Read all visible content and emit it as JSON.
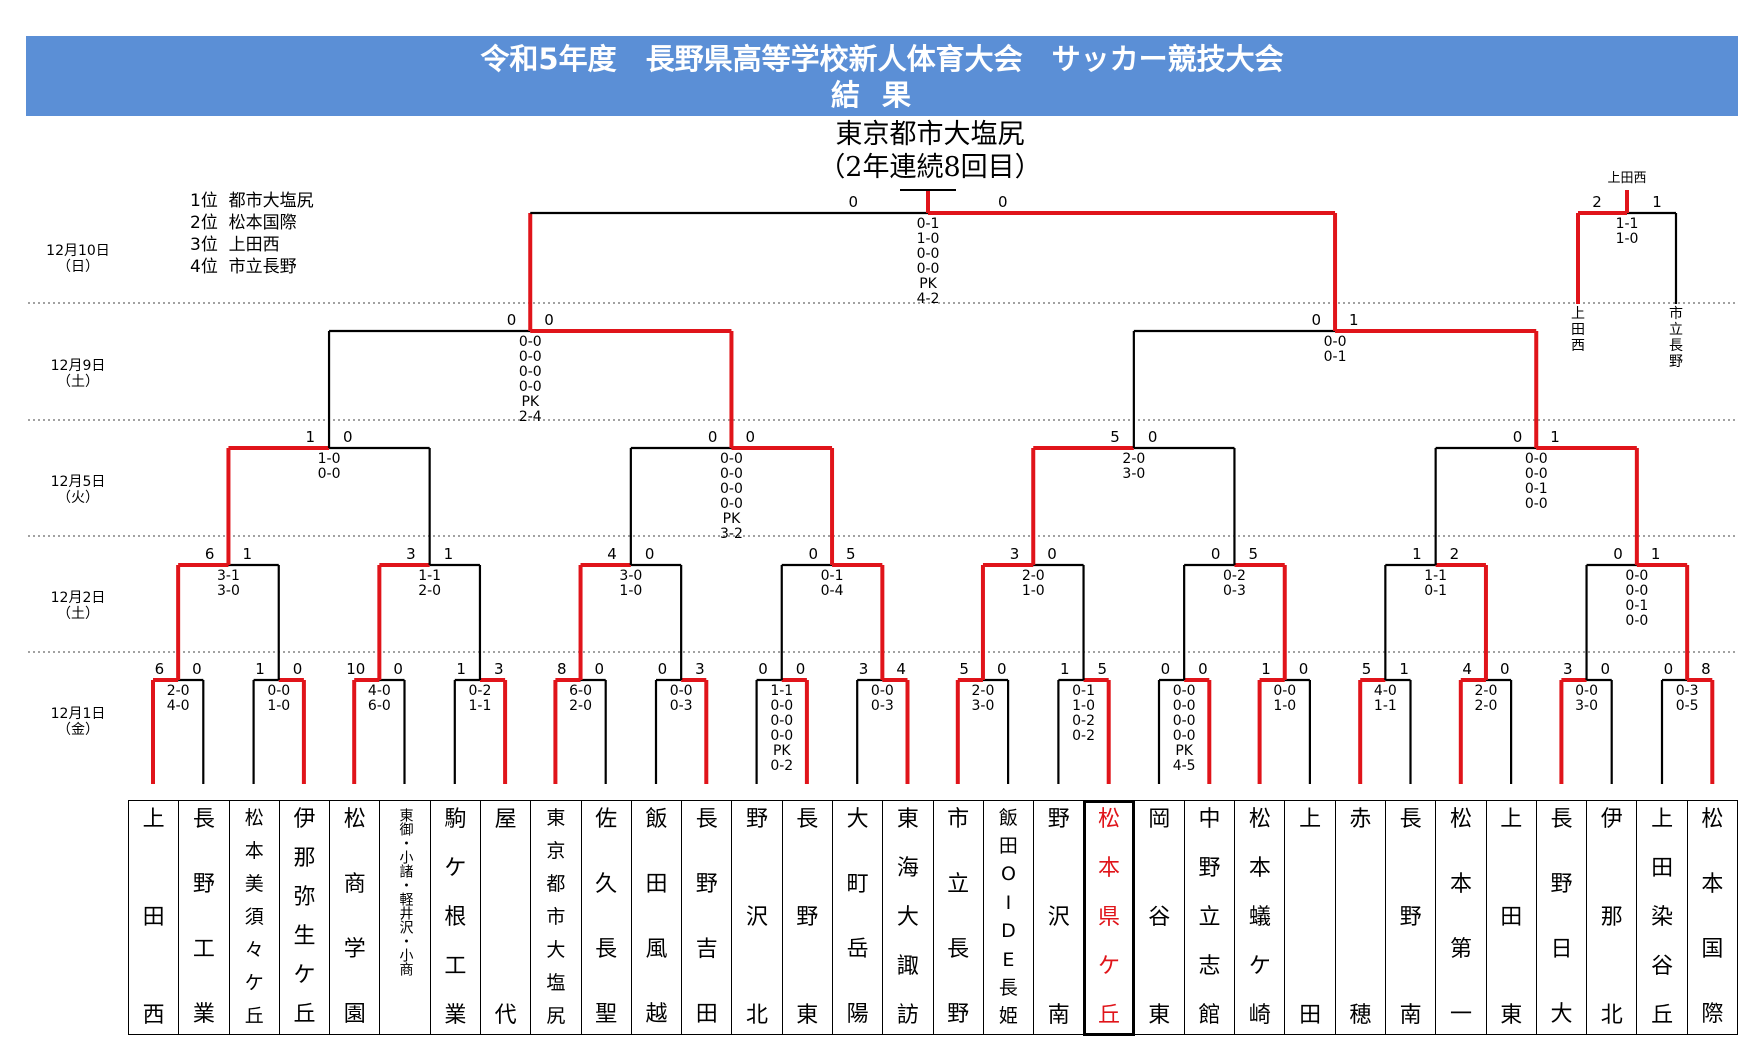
{
  "title": {
    "line1": "令和5年度　長野県高等学校新人体育大会　サッカー競技大会",
    "line2": "結果"
  },
  "champion": {
    "name": "東京都市大塩尻",
    "note": "（2年連続8回目）"
  },
  "standings": [
    {
      "rank": "1位",
      "team": "都市大塩尻"
    },
    {
      "rank": "2位",
      "team": "松本国際"
    },
    {
      "rank": "3位",
      "team": "上田西"
    },
    {
      "rank": "4位",
      "team": "市立長野"
    }
  ],
  "dates": [
    {
      "date": "12月10日",
      "day": "（日）"
    },
    {
      "date": "12月9日",
      "day": "（土）"
    },
    {
      "date": "12月5日",
      "day": "（火）"
    },
    {
      "date": "12月2日",
      "day": "（土）"
    },
    {
      "date": "12月1日",
      "day": "（金）"
    }
  ],
  "third_place": {
    "winner": "上田西",
    "left_team": "上田西",
    "right_team": "市立長野",
    "score_left": "2",
    "score_right": "1",
    "detail": [
      "1-1",
      "1-0"
    ]
  },
  "teams": [
    {
      "name": "上田西",
      "highlight": false
    },
    {
      "name": "長野工業",
      "highlight": false
    },
    {
      "name": "松本美須々ケ丘",
      "highlight": false
    },
    {
      "name": "伊那弥生ケ丘",
      "highlight": false
    },
    {
      "name": "松商学園",
      "highlight": false
    },
    {
      "name": "東御・小諸・軽井沢・小商",
      "highlight": false
    },
    {
      "name": "駒ケ根工業",
      "highlight": false
    },
    {
      "name": "屋代",
      "highlight": false
    },
    {
      "name": "東京都市大塩尻",
      "highlight": false
    },
    {
      "name": "佐久長聖",
      "highlight": false
    },
    {
      "name": "飯田風越",
      "highlight": false
    },
    {
      "name": "長野吉田",
      "highlight": false
    },
    {
      "name": "野沢北",
      "highlight": false
    },
    {
      "name": "長野東",
      "highlight": false
    },
    {
      "name": "大町岳陽",
      "highlight": false
    },
    {
      "name": "東海大諏訪",
      "highlight": false
    },
    {
      "name": "市立長野",
      "highlight": false
    },
    {
      "name": "飯田OIDE長姫",
      "highlight": false
    },
    {
      "name": "野沢南",
      "highlight": false
    },
    {
      "name": "松本県ケ丘",
      "highlight": true
    },
    {
      "name": "岡谷東",
      "highlight": false
    },
    {
      "name": "中野立志館",
      "highlight": false
    },
    {
      "name": "松本蟻ケ崎",
      "highlight": false
    },
    {
      "name": "上田",
      "highlight": false
    },
    {
      "name": "赤穂",
      "highlight": false
    },
    {
      "name": "長野南",
      "highlight": false
    },
    {
      "name": "松本第一",
      "highlight": false
    },
    {
      "name": "上田東",
      "highlight": false
    },
    {
      "name": "長野日大",
      "highlight": false
    },
    {
      "name": "伊那北",
      "highlight": false
    },
    {
      "name": "上田染谷丘",
      "highlight": false
    },
    {
      "name": "松本国際",
      "highlight": false
    }
  ],
  "rounds": {
    "r1": [
      {
        "s": [
          "6",
          "0"
        ],
        "d": [
          "2-0",
          "4-0"
        ],
        "w": 0
      },
      {
        "s": [
          "1",
          "0"
        ],
        "d": [
          "0-0",
          "1-0"
        ],
        "w": 1
      },
      {
        "s": [
          "10",
          "0"
        ],
        "d": [
          "4-0",
          "6-0"
        ],
        "w": 0
      },
      {
        "s": [
          "1",
          "3"
        ],
        "d": [
          "0-2",
          "1-1"
        ],
        "w": 1
      },
      {
        "s": [
          "8",
          "0"
        ],
        "d": [
          "6-0",
          "2-0"
        ],
        "w": 0
      },
      {
        "s": [
          "0",
          "3"
        ],
        "d": [
          "0-0",
          "0-3"
        ],
        "w": 1
      },
      {
        "s": [
          "0",
          "0"
        ],
        "d": [
          "1-1",
          "0-0",
          "0-0",
          "0-0",
          "PK",
          "0-2"
        ],
        "w": 1
      },
      {
        "s": [
          "3",
          "4"
        ],
        "d": [
          "0-0",
          "0-3"
        ],
        "w": 1
      },
      {
        "s": [
          "5",
          "0"
        ],
        "d": [
          "2-0",
          "3-0"
        ],
        "w": 0
      },
      {
        "s": [
          "1",
          "5"
        ],
        "d": [
          "0-1",
          "1-0",
          "0-2",
          "0-2"
        ],
        "w": 1
      },
      {
        "s": [
          "0",
          "0"
        ],
        "d": [
          "0-0",
          "0-0",
          "0-0",
          "0-0",
          "PK",
          "4-5"
        ],
        "w": 1
      },
      {
        "s": [
          "1",
          "0"
        ],
        "d": [
          "0-0",
          "1-0"
        ],
        "w": 0
      },
      {
        "s": [
          "5",
          "1"
        ],
        "d": [
          "4-0",
          "1-1"
        ],
        "w": 0
      },
      {
        "s": [
          "4",
          "0"
        ],
        "d": [
          "2-0",
          "2-0"
        ],
        "w": 0
      },
      {
        "s": [
          "3",
          "0"
        ],
        "d": [
          "0-0",
          "3-0"
        ],
        "w": 0
      },
      {
        "s": [
          "0",
          "8"
        ],
        "d": [
          "0-3",
          "0-5"
        ],
        "w": 1
      }
    ],
    "r2": [
      {
        "s": [
          "6",
          "1"
        ],
        "d": [
          "3-1",
          "3-0"
        ],
        "w": 0
      },
      {
        "s": [
          "3",
          "1"
        ],
        "d": [
          "1-1",
          "2-0"
        ],
        "w": 0
      },
      {
        "s": [
          "4",
          "0"
        ],
        "d": [
          "3-0",
          "1-0"
        ],
        "w": 0
      },
      {
        "s": [
          "0",
          "5"
        ],
        "d": [
          "0-1",
          "0-4"
        ],
        "w": 1
      },
      {
        "s": [
          "3",
          "0"
        ],
        "d": [
          "2-0",
          "1-0"
        ],
        "w": 0
      },
      {
        "s": [
          "0",
          "5"
        ],
        "d": [
          "0-2",
          "0-3"
        ],
        "w": 1
      },
      {
        "s": [
          "1",
          "2"
        ],
        "d": [
          "1-1",
          "0-1"
        ],
        "w": 1
      },
      {
        "s": [
          "0",
          "1"
        ],
        "d": [
          "0-0",
          "0-0",
          "0-1",
          "0-0"
        ],
        "w": 1
      }
    ],
    "r3": [
      {
        "s": [
          "1",
          "0"
        ],
        "d": [
          "1-0",
          "0-0"
        ],
        "w": 0
      },
      {
        "s": [
          "0",
          "0"
        ],
        "d": [
          "0-0",
          "0-0",
          "0-0",
          "0-0",
          "PK",
          "3-2"
        ],
        "w": 1
      },
      {
        "s": [
          "5",
          "0"
        ],
        "d": [
          "2-0",
          "3-0"
        ],
        "w": 0
      },
      {
        "s": [
          "0",
          "1"
        ],
        "d": [
          "0-0",
          "0-0",
          "0-1",
          "0-0"
        ],
        "w": 1
      }
    ],
    "r4": [
      {
        "s": [
          "0",
          "0"
        ],
        "d": [
          "0-0",
          "0-0",
          "0-0",
          "0-0",
          "PK",
          "2-4"
        ],
        "w": 1
      },
      {
        "s": [
          "0",
          "1"
        ],
        "d": [
          "0-0",
          "0-1"
        ],
        "w": 1
      }
    ],
    "final": {
      "s": [
        "0",
        "0"
      ],
      "d": [
        "0-1",
        "1-0",
        "0-0",
        "0-0",
        "PK",
        "4-2"
      ],
      "w": 0
    }
  },
  "colors": {
    "banner": "#5b8fd6",
    "winner_line": "#e0141a",
    "loser_line": "#000000",
    "highlight_text": "#e0141a"
  }
}
